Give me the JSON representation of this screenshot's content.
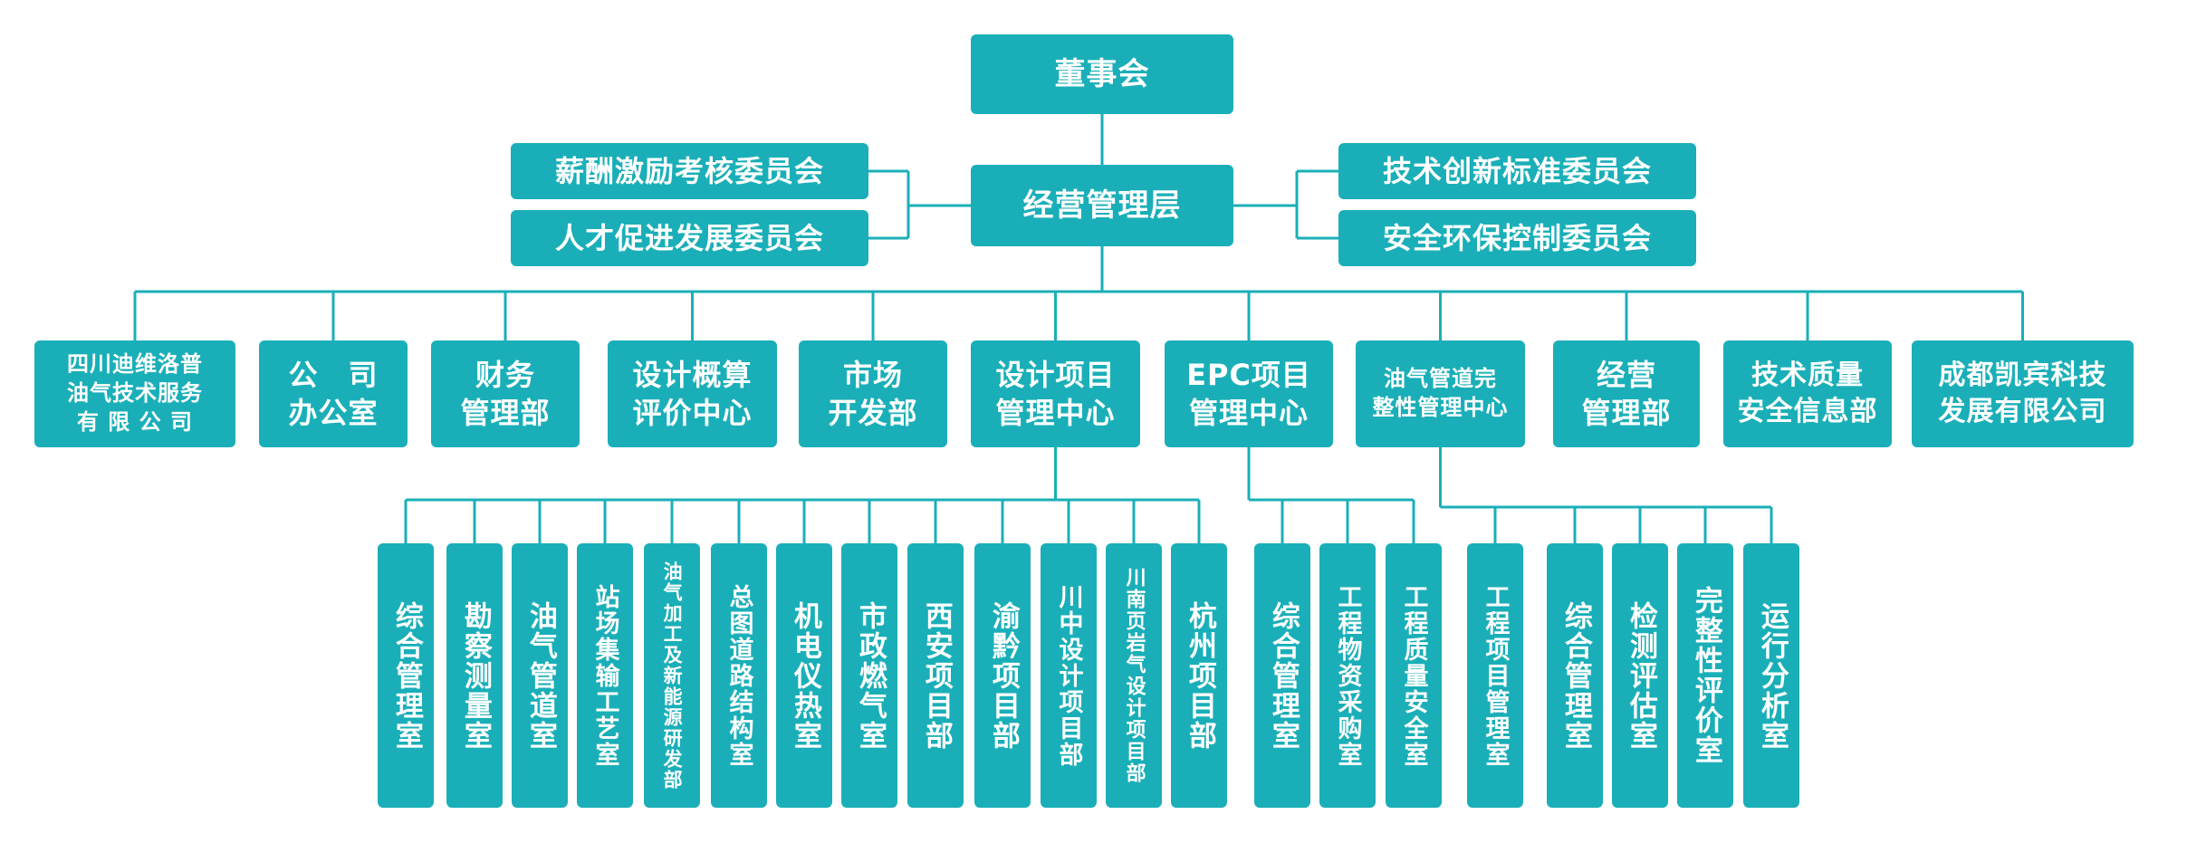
{
  "top": {
    "board": "董事会",
    "management": "经营管理层"
  },
  "committees_left": [
    "薪酬激励考核委员会",
    "人才促进发展委员会"
  ],
  "committees_right": [
    "技术创新标准委员会",
    "安全环保控制委员会"
  ],
  "departments": [
    "四川迪维洛普\n油气技术服务\n有 限 公 司",
    "公　司\n办公室",
    "财务\n管理部",
    "设计概算\n评价中心",
    "市场\n开发部",
    "设计项目\n管理中心",
    "EPC项目\n管理中心",
    "油气管道完\n整性管理中心",
    "经营\n管理部",
    "技术质量\n安全信息部",
    "成都凯宾科技\n发展有限公司"
  ],
  "design_center_units": [
    "综合管理室",
    "勘察测量室",
    "油气管道室",
    "站场集输工艺室",
    "油气加工及新能源研发部",
    "总图道路结构室",
    "机电仪热室",
    "市政燃气室",
    "西安项目部",
    "渝黔项目部",
    "川中设计项目部",
    "川南页岩气设计项目部",
    "杭州项目部"
  ],
  "epc_center_units": [
    "综合管理室",
    "工程物资采购室",
    "工程质量安全室"
  ],
  "integrity_center_units": [
    "工程项目管理室",
    "综合管理室",
    "检测评估室",
    "完整性评价室",
    "运行分析室"
  ]
}
